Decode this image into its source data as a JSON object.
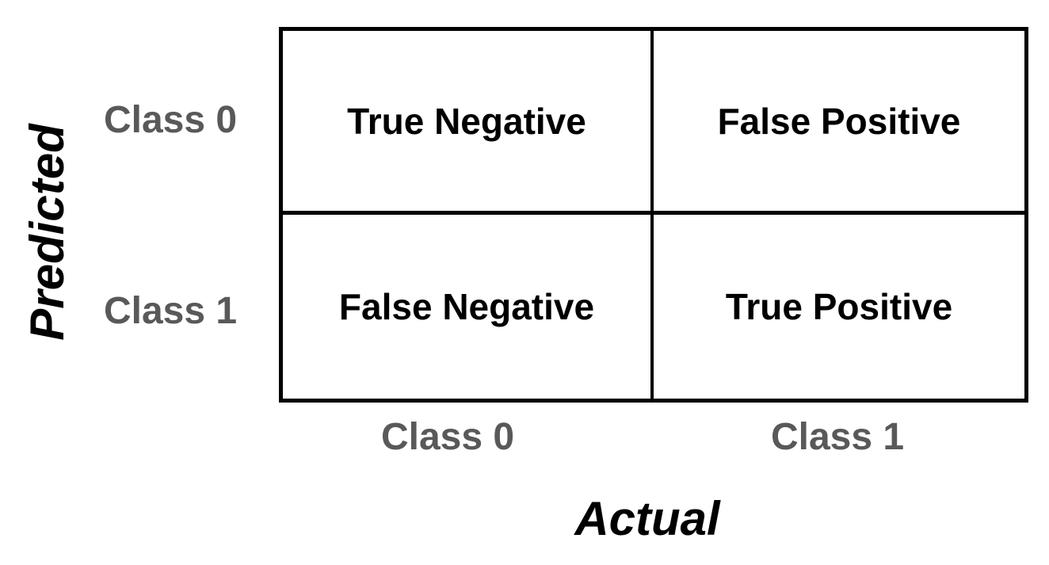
{
  "diagram": {
    "type": "confusion-matrix",
    "y_axis_label": "Predicted",
    "x_axis_label": "Actual",
    "row_labels": [
      "Class 0",
      "Class 1"
    ],
    "col_labels": [
      "Class 0",
      "Class 1"
    ],
    "cells": [
      [
        "True Negative",
        "False Positive"
      ],
      [
        "False Negative",
        "True Positive"
      ]
    ],
    "colors": {
      "background": "#ffffff",
      "grid_border": "#000000",
      "cell_text": "#000000",
      "class_label_text": "#595959",
      "axis_title_text": "#000000"
    }
  }
}
